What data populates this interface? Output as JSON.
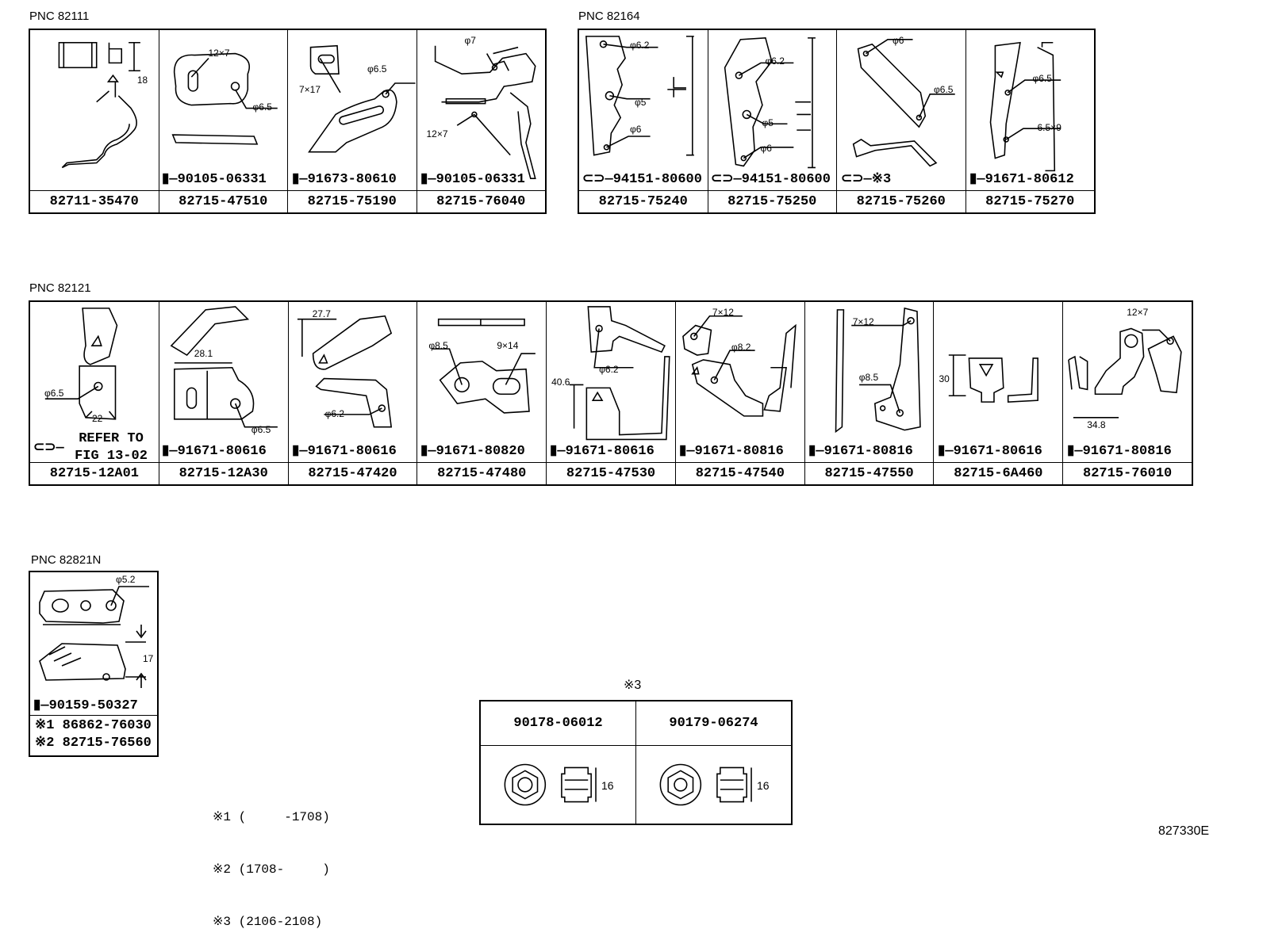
{
  "groups": [
    {
      "pnc": "PNC 82111",
      "cells": [
        {
          "part": "82711-35470",
          "fastener": "",
          "labels": [
            "18"
          ]
        },
        {
          "part": "82715-47510",
          "fastener": "90105-06331",
          "labels": [
            "12×7",
            "φ6.5"
          ]
        },
        {
          "part": "82715-75190",
          "fastener": "91673-80610",
          "labels": [
            "7×17",
            "φ6.5"
          ]
        },
        {
          "part": "82715-76040",
          "fastener": "90105-06331",
          "labels": [
            "φ7",
            "12×7"
          ]
        }
      ]
    },
    {
      "pnc": "PNC 82164",
      "cells": [
        {
          "part": "82715-75240",
          "fastener": "94151-80600",
          "labels": [
            "φ6.2",
            "φ5",
            "φ6"
          ]
        },
        {
          "part": "82715-75250",
          "fastener": "94151-80600",
          "labels": [
            "φ6.2",
            "φ5",
            "φ6"
          ]
        },
        {
          "part": "82715-75260",
          "fastener": "※3",
          "labels": [
            "φ6",
            "φ6.5"
          ]
        },
        {
          "part": "82715-75270",
          "fastener": "91671-80612",
          "labels": [
            "φ6.5",
            "6.5×9"
          ]
        }
      ]
    },
    {
      "pnc": "PNC 82121",
      "cells": [
        {
          "part": "82715-12A01",
          "fastener": "",
          "labels": [
            "φ6.5",
            "22"
          ]
        },
        {
          "part": "82715-12A30",
          "fastener": "91671-80616",
          "labels": [
            "28.1",
            "φ6.5"
          ]
        },
        {
          "part": "82715-47420",
          "fastener": "91671-80616",
          "labels": [
            "27.7",
            "φ6.2"
          ]
        },
        {
          "part": "82715-47480",
          "fastener": "91671-80820",
          "labels": [
            "φ8.5",
            "9×14"
          ]
        },
        {
          "part": "82715-47530",
          "fastener": "91671-80616",
          "labels": [
            "φ6.2",
            "40.6"
          ]
        },
        {
          "part": "82715-47540",
          "fastener": "91671-80816",
          "labels": [
            "7×12",
            "φ8.2"
          ]
        },
        {
          "part": "82715-47550",
          "fastener": "91671-80816",
          "labels": [
            "7×12",
            "φ8.5"
          ]
        },
        {
          "part": "82715-6A460",
          "fastener": "91671-80616",
          "labels": [
            "30"
          ]
        },
        {
          "part": "82715-76010",
          "fastener": "91671-80816",
          "labels": [
            "12×7",
            "34.8"
          ]
        }
      ]
    }
  ],
  "refer": {
    "line1": "REFER TO",
    "line2": "FIG 13-02"
  },
  "pnc82821": {
    "pnc": "PNC 82821N",
    "fastener": "90159-50327",
    "labels": [
      "φ5.2",
      "17"
    ],
    "alt1_mark": "※1",
    "alt1_part": "86862-76030",
    "alt2_mark": "※2",
    "alt2_part": "82715-76560"
  },
  "notes": {
    "n1": "※1 (     -1708)",
    "n2": "※2 (1708-     )",
    "n3": "※3 (2106-2108)"
  },
  "nuts": {
    "title": "※3",
    "items": [
      {
        "part": "90178-06012",
        "dim": "16"
      },
      {
        "part": "90179-06274",
        "dim": "16"
      }
    ]
  },
  "figure_code": "827330E"
}
